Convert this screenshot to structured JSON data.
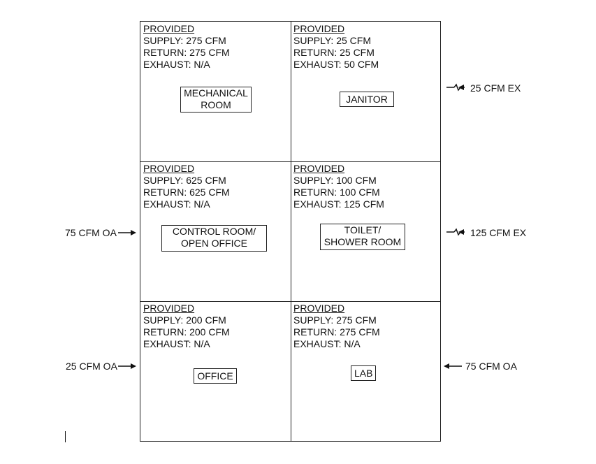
{
  "rooms": [
    {
      "heading": "PROVIDED",
      "supply": "SUPPLY: 275 CFM",
      "return": "RETURN: 275 CFM",
      "exhaust": "EXHAUST: N/A",
      "label_line1": "MECHANICAL",
      "label_line2": "ROOM"
    },
    {
      "heading": "PROVIDED",
      "supply": "SUPPLY: 25 CFM",
      "return": "RETURN: 25 CFM",
      "exhaust": "EXHAUST: 50 CFM",
      "label_line1": "JANITOR",
      "label_line2": ""
    },
    {
      "heading": "PROVIDED",
      "supply": "SUPPLY: 625 CFM",
      "return": "RETURN: 625 CFM",
      "exhaust": "EXHAUST: N/A",
      "label_line1": "CONTROL ROOM/",
      "label_line2": "OPEN OFFICE"
    },
    {
      "heading": "PROVIDED",
      "supply": "SUPPLY: 100 CFM",
      "return": "RETURN: 100 CFM",
      "exhaust": "EXHAUST: 125 CFM",
      "label_line1": "TOILET/",
      "label_line2": "SHOWER ROOM"
    },
    {
      "heading": "PROVIDED",
      "supply": "SUPPLY: 200 CFM",
      "return": "RETURN: 200 CFM",
      "exhaust": "EXHAUST: N/A",
      "label_line1": "OFFICE",
      "label_line2": ""
    },
    {
      "heading": "PROVIDED",
      "supply": "SUPPLY: 275 CFM",
      "return": "RETURN: 275 CFM",
      "exhaust": "EXHAUST: N/A",
      "label_line1": "LAB",
      "label_line2": ""
    }
  ],
  "airflows": {
    "janitor_exhaust": "25 CFM EX",
    "control_room_outside_air": "75 CFM OA",
    "toilet_exhaust": "125 CFM EX",
    "office_outside_air": "25 CFM OA",
    "lab_outside_air": "75 CFM OA"
  }
}
